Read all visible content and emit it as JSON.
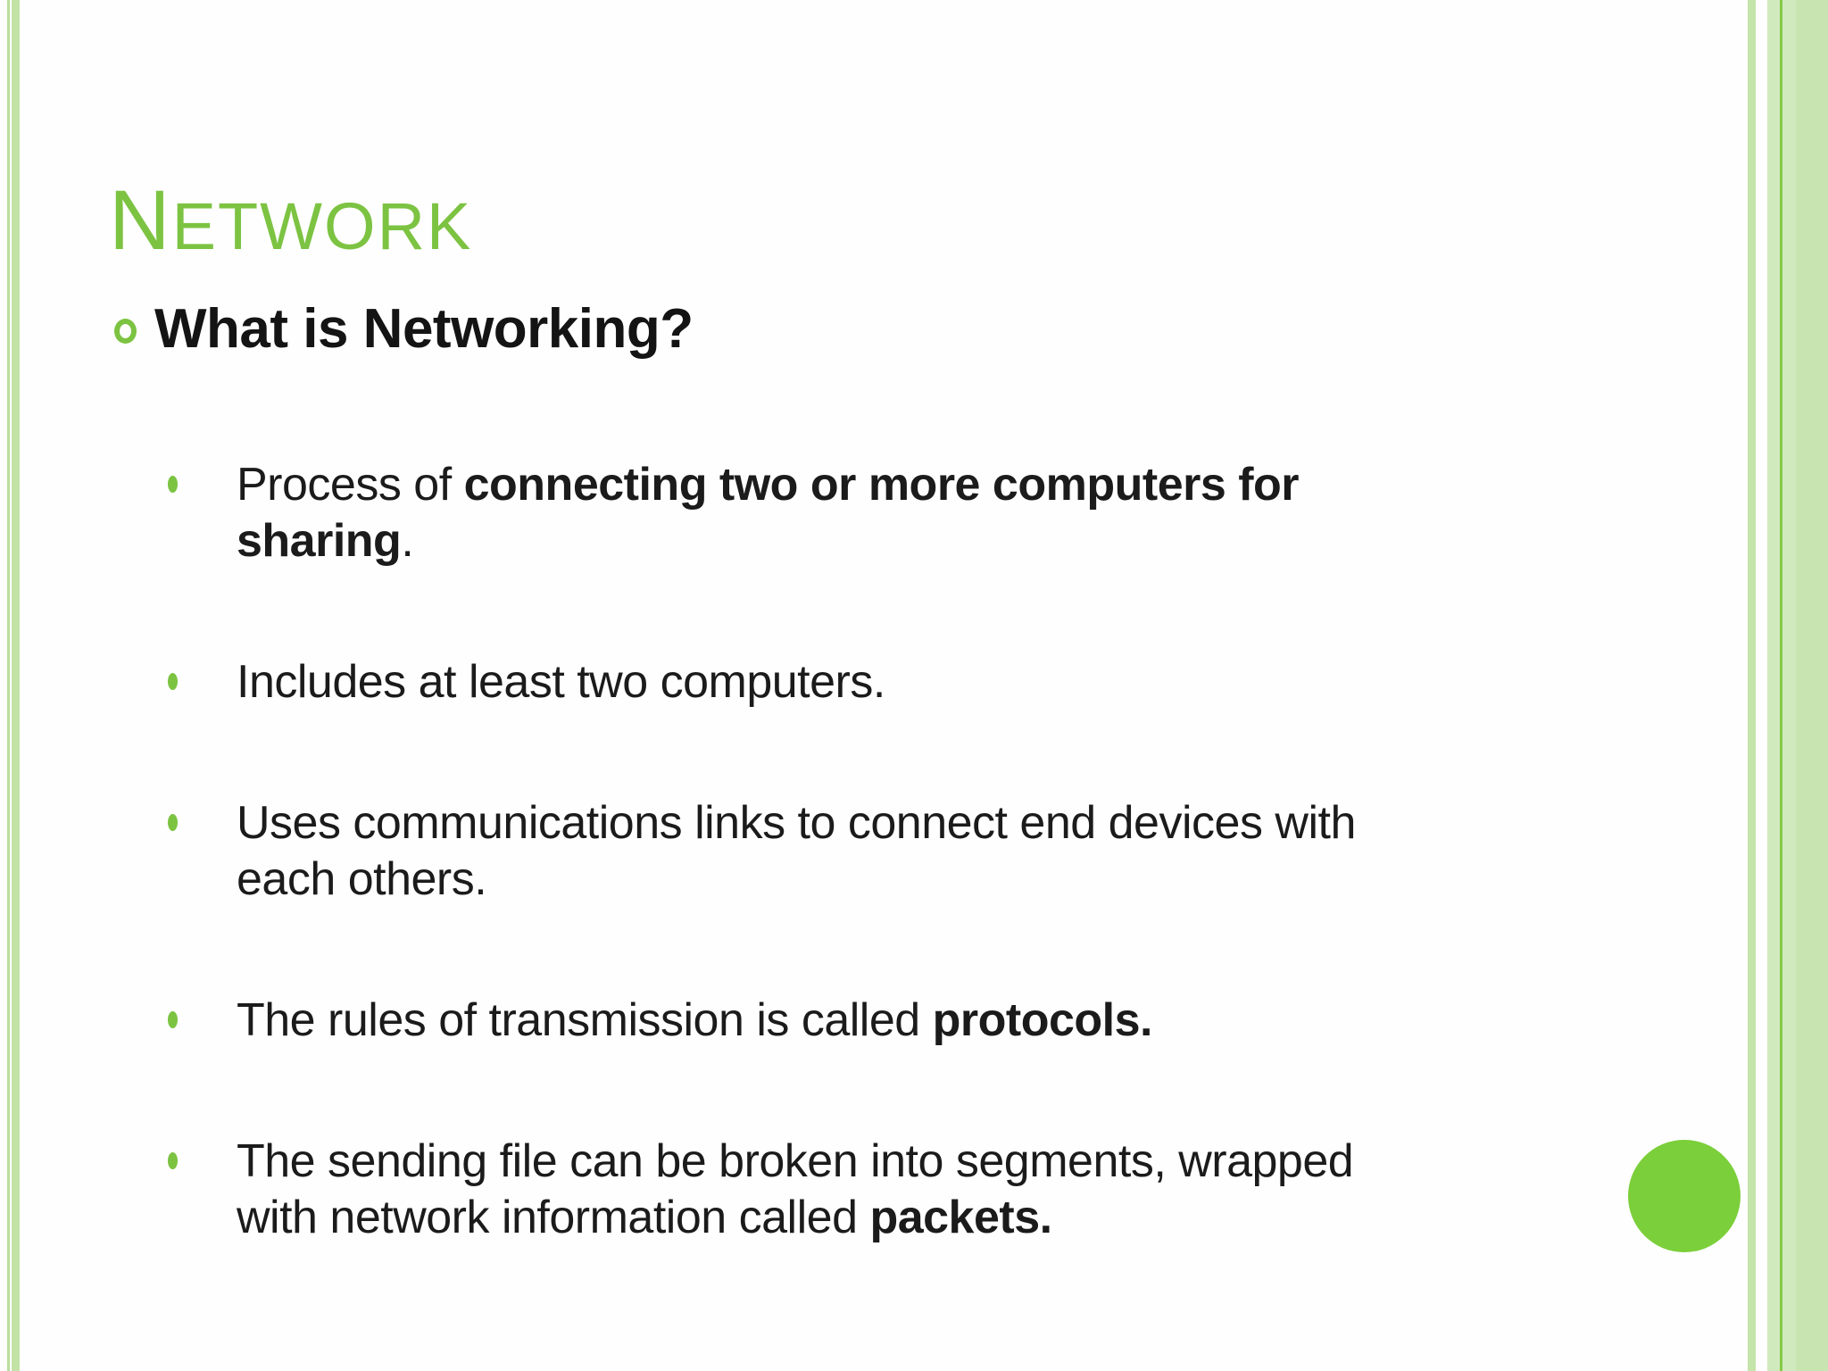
{
  "slide": {
    "title": {
      "initial": "N",
      "rest": "ETWORK"
    },
    "heading": "What is Networking?",
    "bullets": [
      {
        "lines": [
          [
            {
              "t": "Process of ",
              "b": 0
            },
            {
              "t": "connecting two or more computers for",
              "b": 1
            }
          ],
          [
            {
              "t": "sharing",
              "b": 1
            },
            {
              "t": ".",
              "b": 0
            }
          ]
        ]
      },
      {
        "lines": [
          [
            {
              "t": "Includes at least two computers.",
              "b": 0
            }
          ]
        ]
      },
      {
        "lines": [
          [
            {
              "t": "Uses communications links to connect end devices with",
              "b": 0
            }
          ],
          [
            {
              "t": "each others.",
              "b": 0
            }
          ]
        ]
      },
      {
        "lines": [
          [
            {
              "t": "The rules of transmission is called ",
              "b": 0
            },
            {
              "t": "protocols.",
              "b": 1
            }
          ]
        ]
      },
      {
        "lines": [
          [
            {
              "t": "The sending file can be broken into segments, wrapped",
              "b": 0
            }
          ],
          [
            {
              "t": "with network information called ",
              "b": 0
            },
            {
              "t": "packets.",
              "b": 1
            }
          ]
        ]
      }
    ],
    "colors": {
      "accent_green": "#7cc342",
      "circle_green": "#7bcf3a",
      "border_light_green": "#c3e3a6",
      "border_band_green": "#d0eabd",
      "border_line_green": "#85cb46",
      "text_black": "#1b1b1b",
      "background": "#fefefe"
    }
  }
}
